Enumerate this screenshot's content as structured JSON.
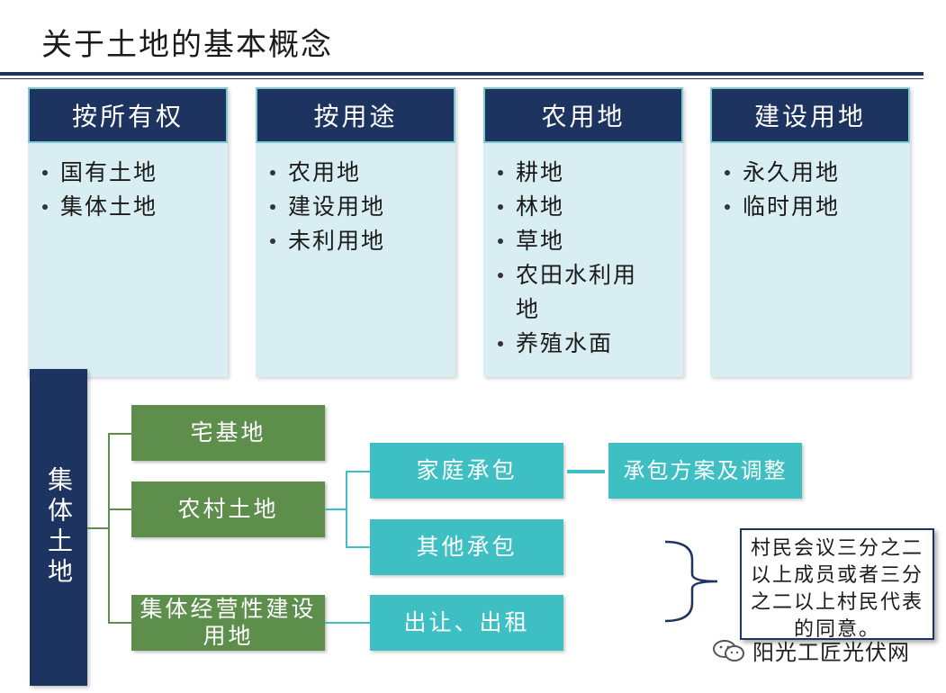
{
  "title": "关于土地的基本概念",
  "cards": [
    {
      "heading": "按所有权",
      "items": [
        "国有土地",
        "集体土地"
      ]
    },
    {
      "heading": "按用途",
      "items": [
        "农用地",
        "建设用地",
        "未利用地"
      ]
    },
    {
      "heading": "农用地",
      "items": [
        "耕地",
        "林地",
        "草地",
        "农田水利用地",
        "养殖水面"
      ]
    },
    {
      "heading": "建设用地",
      "items": [
        "永久用地",
        "临时用地"
      ]
    }
  ],
  "diagram": {
    "root": "集体土地",
    "homestead": "宅基地",
    "rural_land": "农村土地",
    "collective_construction": "集体经营性建设用地",
    "family_contract": "家庭承包",
    "other_contract": "其他承包",
    "transfer_lease": "出让、出租",
    "contract_plan": "承包方案及调整",
    "note": "村民会议三分之二以上成员或者三分之二以上村民代表的同意。"
  },
  "watermark": {
    "text": "阳光工匠光伏网",
    "icon": "wechat-icon"
  },
  "colors": {
    "navy": "#1d3360",
    "card_bg": "#d8eef2",
    "green": "#5e8e4c",
    "teal": "#3ebfc3"
  }
}
